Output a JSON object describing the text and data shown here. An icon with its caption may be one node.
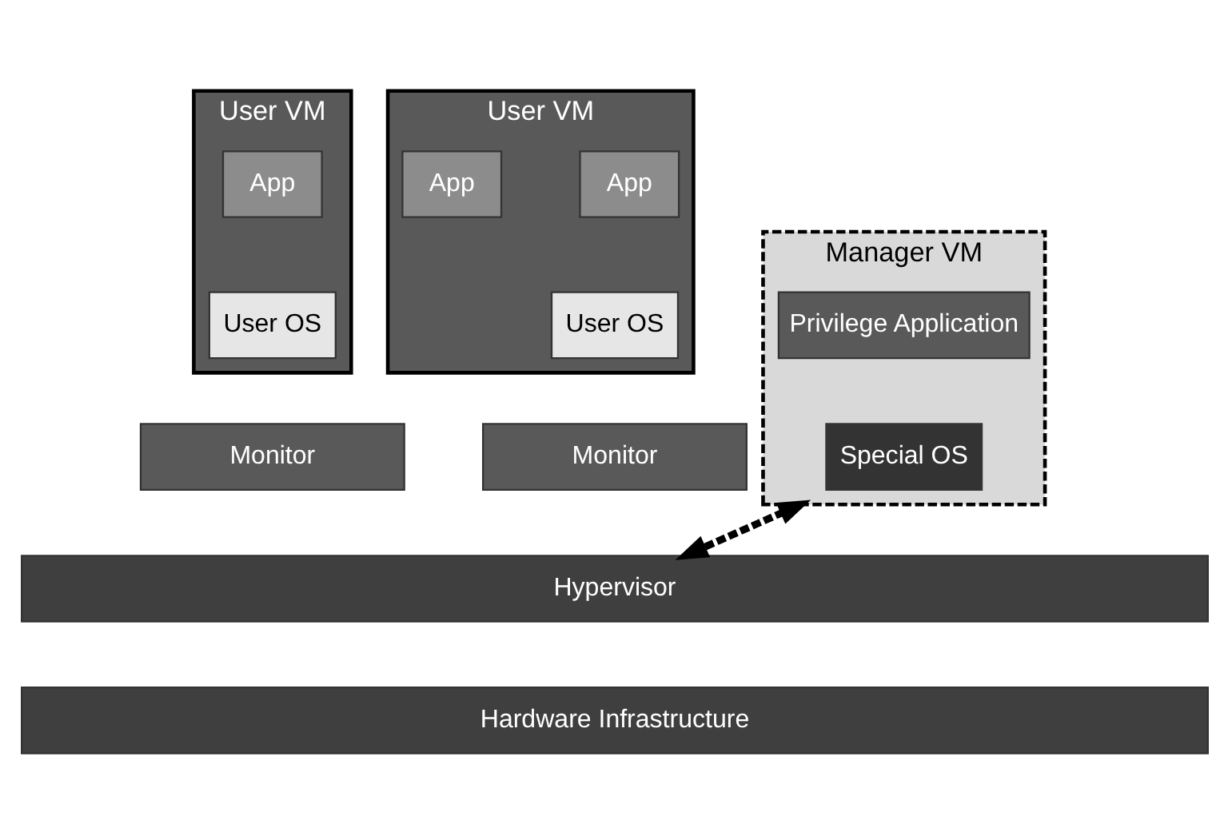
{
  "diagram": {
    "nodes": [
      {
        "text": [
          "User VM"
        ]
      },
      {
        "text": [
          "App"
        ],
        "in": 0
      },
      {
        "text": [
          "User OS"
        ],
        "in": 0
      },
      {
        "text": [
          "Monitor"
        ]
      },
      {
        "text": [
          "User VM"
        ]
      },
      {
        "text": [
          "App"
        ],
        "in": 4
      },
      {
        "text": [
          "App"
        ],
        "in": 4
      },
      {
        "text": [
          "User OS"
        ],
        "in": 4
      },
      {
        "text": [
          "Monitor"
        ]
      },
      {
        "text": [
          "Manager VM"
        ]
      },
      {
        "text": [
          "Privilege Application"
        ],
        "in": 9
      },
      {
        "text": [
          "Special OS"
        ],
        "in": 9
      },
      {
        "text": [
          "Hypervisor"
        ]
      },
      {
        "text": [
          "Hardware Infrastructure"
        ]
      }
    ],
    "edges": [
      {
        "from": 9,
        "to": 12,
        "arrow": "both",
        "style": "dashed"
      }
    ]
  }
}
